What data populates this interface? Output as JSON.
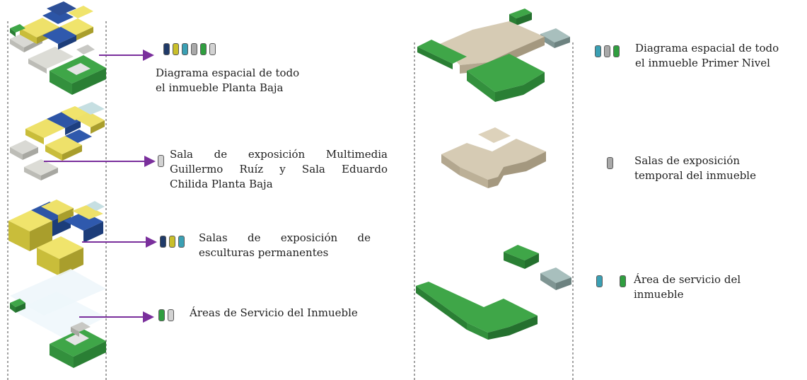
{
  "colors": {
    "navy": "#1f3a68",
    "olive": "#c9bf2a",
    "teal": "#3aa0b4",
    "grey": "#a9a9a9",
    "green": "#2f9e3f",
    "lightgrey": "#d2d2d2",
    "arrow": "#7a2f9c"
  },
  "left": {
    "items": [
      {
        "text_lines": [
          "Diagrama espacial de todo",
          "el inmueble Planta Baja"
        ],
        "swatches": [
          "navy",
          "olive",
          "teal",
          "grey",
          "green",
          "lightgrey"
        ]
      },
      {
        "text_lines": [
          "Sala de exposición Multimedia",
          "Guillermo Ruíz y Sala Eduardo",
          "Chilida Planta Baja"
        ],
        "swatches": [
          "lightgrey"
        ]
      },
      {
        "text_lines": [
          "Salas de exposición de",
          "esculturas permanentes"
        ],
        "swatches": [
          "navy",
          "olive",
          "teal"
        ]
      },
      {
        "text_lines": [
          "Áreas de Servicio del Inmueble"
        ],
        "swatches": [
          "green",
          "lightgrey"
        ]
      }
    ]
  },
  "right": {
    "items": [
      {
        "text_lines": [
          "Diagrama espacial de todo",
          "el inmueble Primer Nivel"
        ],
        "swatches": [
          "teal",
          "grey",
          "green"
        ]
      },
      {
        "text_lines": [
          "Salas de exposición",
          "temporal del inmueble"
        ],
        "swatches": [
          "grey"
        ]
      },
      {
        "text_lines": [
          "Área de servicio del",
          "inmueble"
        ],
        "swatches": [
          "teal",
          "green"
        ]
      }
    ]
  }
}
